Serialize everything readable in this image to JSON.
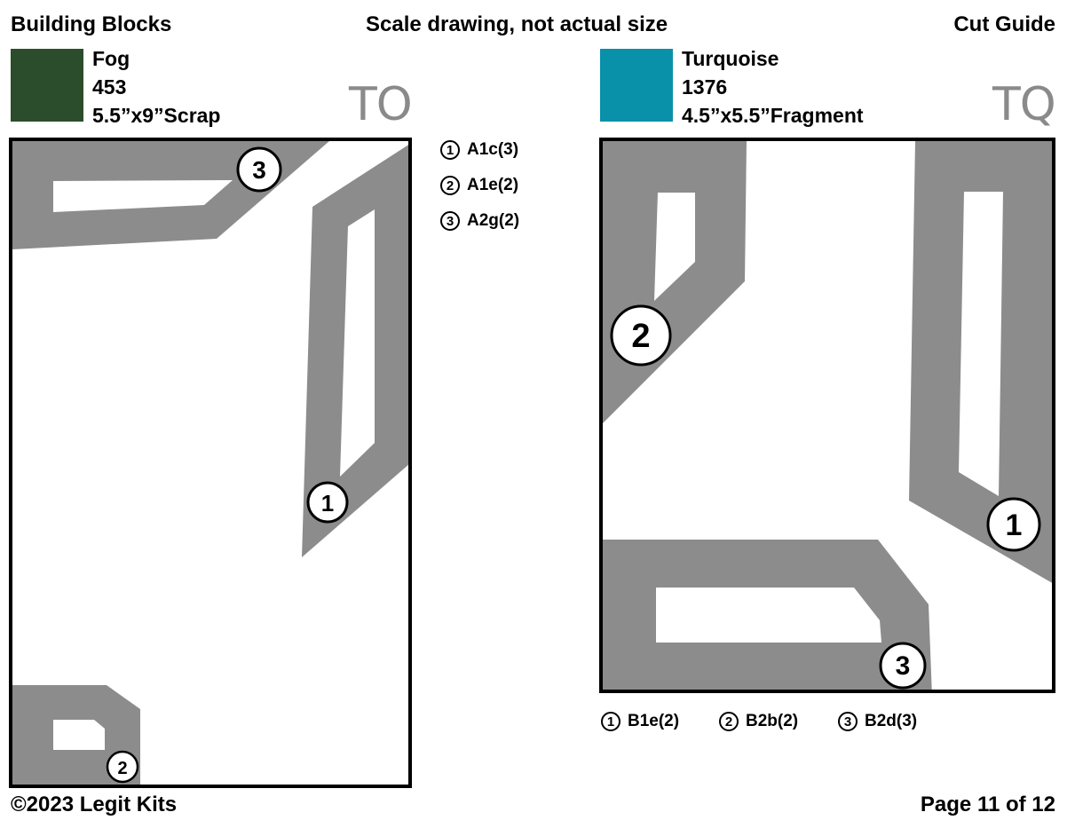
{
  "header": {
    "left": "Building Blocks",
    "center": "Scale drawing, not actual size",
    "right": "Cut Guide"
  },
  "fabrics": [
    {
      "color": "#2b4d2c",
      "name": "Fog",
      "number": "453",
      "size": "5.5”x9”Scrap",
      "code": "TO",
      "legend": [
        {
          "num": "1",
          "label": "A1c(3)"
        },
        {
          "num": "2",
          "label": "A1e(2)"
        },
        {
          "num": "3",
          "label": "A2g(2)"
        }
      ],
      "markers": [
        "1",
        "2",
        "3"
      ]
    },
    {
      "color": "#0891a8",
      "name": "Turquoise",
      "number": "1376",
      "size": "4.5”x5.5”Fragment",
      "code": "TQ",
      "legend": [
        {
          "num": "1",
          "label": "B1e(2)"
        },
        {
          "num": "2",
          "label": "B2b(2)"
        },
        {
          "num": "3",
          "label": "B2d(3)"
        }
      ],
      "markers": [
        "1",
        "2",
        "3"
      ]
    }
  ],
  "footer": {
    "left": "©2023 Legit Kits",
    "right": "Page 11 of 12"
  }
}
